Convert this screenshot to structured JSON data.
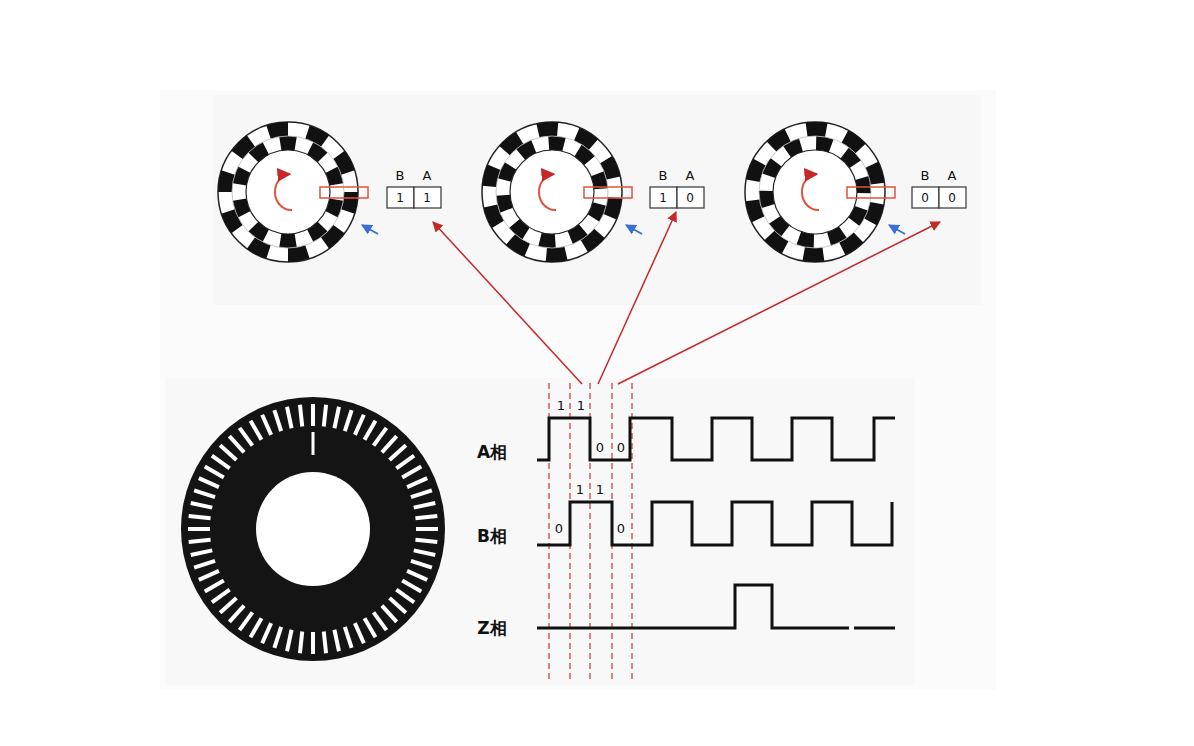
{
  "diagram": {
    "labels": [
      "B",
      "A",
      "1",
      "1",
      "B",
      "A",
      "1",
      "0",
      "B",
      "A",
      "0",
      "0",
      "1",
      "1",
      "0",
      "0",
      "1",
      "1",
      "0",
      "0",
      "A相",
      "B相",
      "Z相"
    ]
  }
}
